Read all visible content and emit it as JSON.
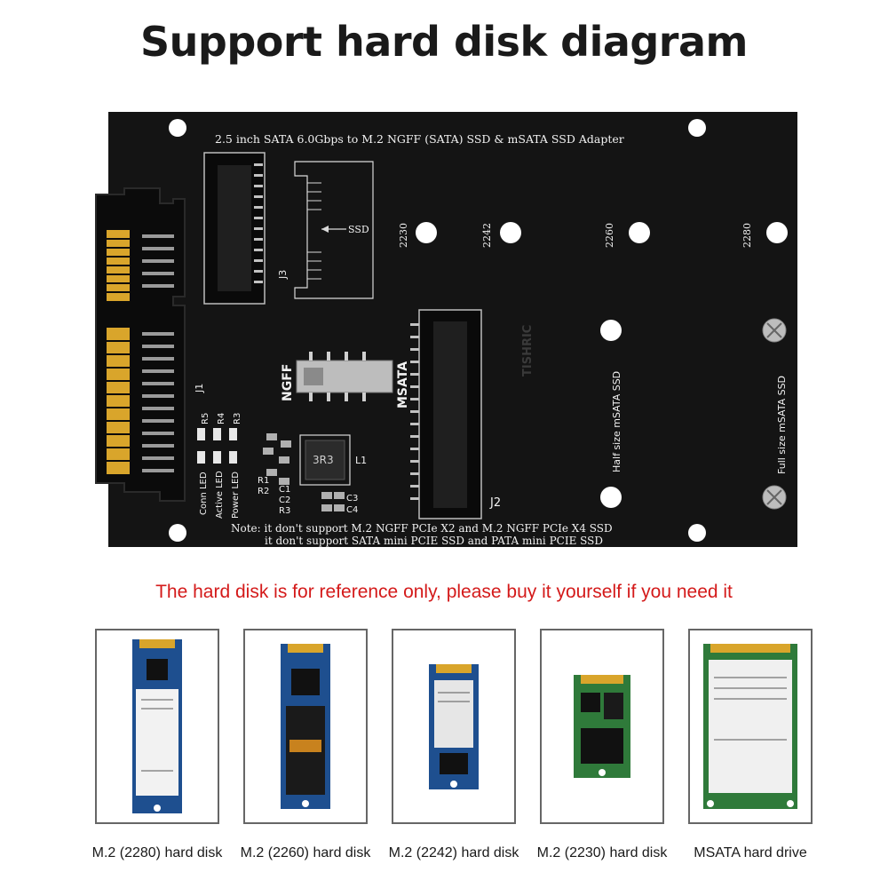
{
  "title": "Support hard disk diagram",
  "board": {
    "header": "2.5 inch SATA 6.0Gbps to M.2 NGFF (SATA) SSD & mSATA SSD Adapter",
    "ssd_arrow_label": "SSD",
    "j3": "J3",
    "j1": "J1",
    "j2": "J2",
    "brand": "TISHRIC",
    "hole_2230": "2230",
    "hole_2242": "2242",
    "hole_2260": "2260",
    "hole_2280": "2280",
    "switch_ngff": "NGFF",
    "switch_msata": "MSATA",
    "half_size": "Half size mSATA SSD",
    "full_size": "Full size mSATA SSD",
    "led_conn": "Conn LED",
    "led_active": "Active LED",
    "led_power": "Power LED",
    "r5": "R5",
    "r4": "R4",
    "r3": "R3",
    "r1": "R1",
    "r2": "R2",
    "c1": "C1",
    "c2": "C2",
    "c3": "C3",
    "c4": "C4",
    "r3b": "R3",
    "inductor_code": "3R3",
    "l1": "L1",
    "note_1": "Note: it don't support M.2 NGFF PCIe X2 and M.2 NGFF PCIe X4 SSD",
    "note_2": "it don't support SATA mini PCIE SSD and PATA mini PCIE SSD"
  },
  "notice": "The hard disk is for reference only, please buy it yourself if you need it",
  "disks": [
    {
      "label": "M.2 (2280) hard disk"
    },
    {
      "label": "M.2 (2260) hard disk"
    },
    {
      "label": "M.2 (2242) hard disk"
    },
    {
      "label": "M.2 (2230) hard disk"
    },
    {
      "label": "MSATA hard drive"
    }
  ],
  "colors": {
    "pcb": "#141414",
    "gold": "#d9a52b",
    "notice": "#d41a1a",
    "ssd_blue": "#1e4f8f",
    "ssd_green": "#2f7a3a"
  }
}
